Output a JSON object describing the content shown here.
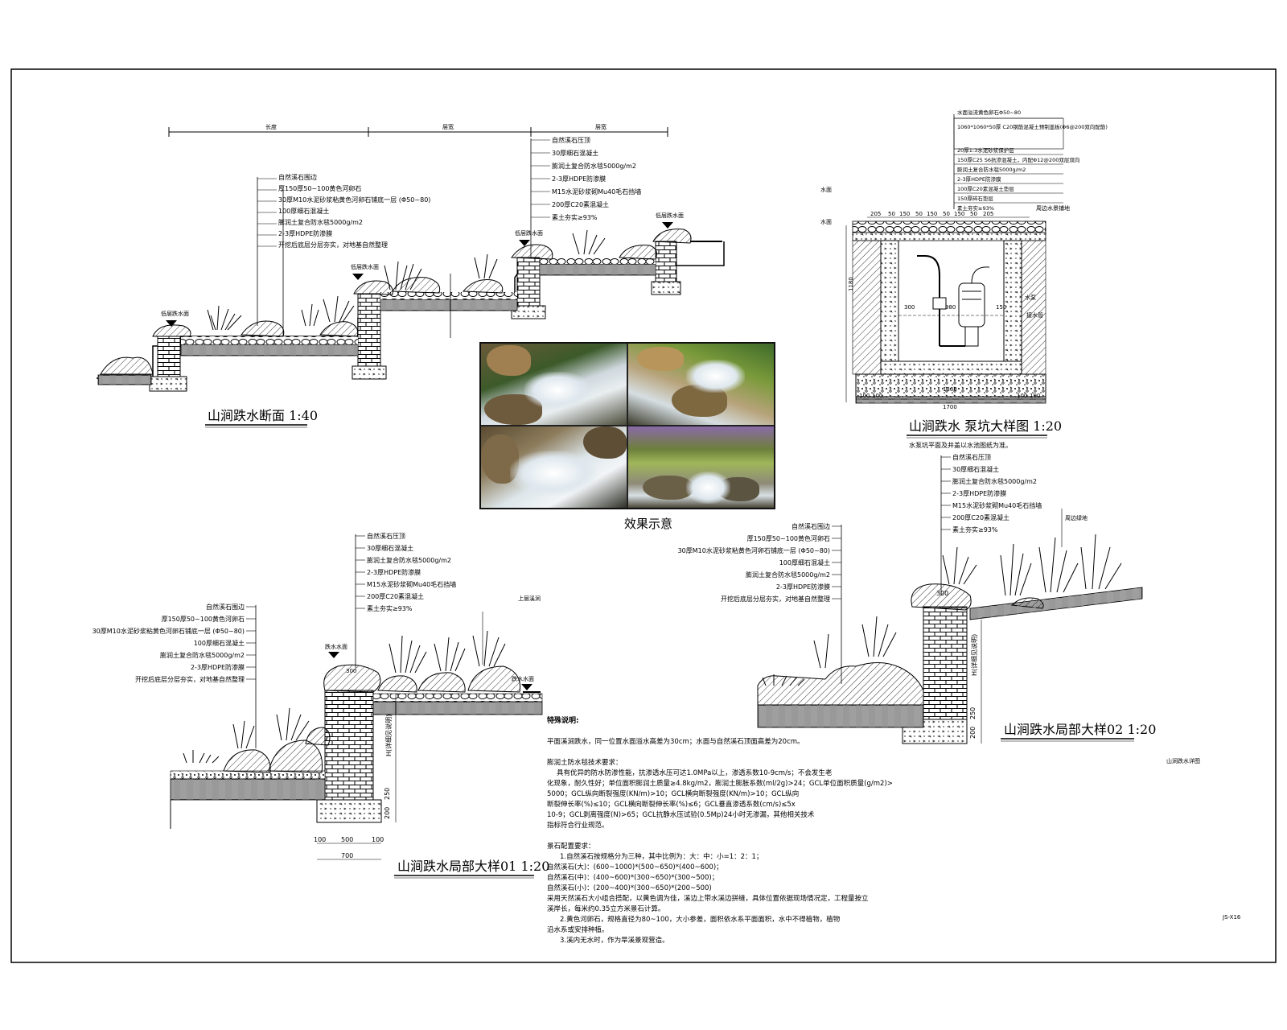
{
  "section_main": {
    "title": "山涧跌水断面 1:40",
    "dims": [
      "长度",
      "层宽",
      "层宽"
    ],
    "callouts": [
      "自然溪石围边",
      "厚150厚50~100黄色河卵石",
      "30厚M10水泥砂浆粘黄色河卵石铺底一层 (Φ50~80)",
      "100厚细石混凝土",
      "膨润土复合防水毯5000g/m2",
      "2-3厚HDPE防渗膜",
      "开挖后底层分层夯实，对地基自然整理"
    ],
    "callouts_right": [
      "自然溪石压顶",
      "30厚细石混凝土",
      "膨润土复合防水毯5000g/m2",
      "2-3厚HDPE防渗膜",
      "M15水泥砂浆砌Mu40毛石挡墙",
      "200厚C20素混凝土",
      "素土夯实≥93%"
    ],
    "level_marks": [
      "低层跌水面",
      "低层跌水面",
      "低层跌水面",
      "低层跌水面"
    ]
  },
  "pump_pit": {
    "title": "山涧跌水 泵坑大样图 1:20",
    "note": "水泵坑平面及井盖以水池图纸为准。",
    "spec": [
      "水面溢流黄色卵石Φ50~80",
      "1060*1060*50厚 C20钢筋混凝土预制盖板(Φ6@200双向配筋)",
      "20厚1:3水泥砂浆保护层",
      "150厚C25 S6抗渗混凝土，内配Φ12@200双层双向",
      "膨润土复合防水毯5000g/m2",
      "2-3厚HDPE防渗膜",
      "100厚C20素混凝土垫层",
      "150厚碎石垫层",
      "素土夯实≥93%"
    ],
    "dims_top": [
      "205",
      "50",
      "150",
      "50",
      "150",
      "50",
      "150",
      "50",
      "205"
    ],
    "dims_bottom": [
      "100",
      "100",
      "1700",
      "1300",
      "100",
      "100"
    ],
    "side_marks": [
      "水面",
      "水面",
      "1180",
      "300",
      "980",
      "150",
      "水泵",
      "接水管",
      "周边水景铺地"
    ]
  },
  "photo": {
    "caption": "效果示意"
  },
  "detail01": {
    "title": "山涧跌水局部大样01 1:20",
    "callouts_top": [
      "自然溪石压顶",
      "30厚细石混凝土",
      "膨润土复合防水毯5000g/m2",
      "2-3厚HDPE防渗膜",
      "M15水泥砂浆砌Mu40毛石挡墙",
      "200厚C20素混凝土",
      "素土夯实≥93%"
    ],
    "callouts_left": [
      "自然溪石围边",
      "厚150厚50~100黄色河卵石",
      "30厚M10水泥砂浆粘黄色河卵石铺底一层 (Φ50~80)",
      "100厚细石混凝土",
      "膨润土复合防水毯5000g/m2",
      "2-3厚HDPE防渗膜",
      "开挖后底层分层夯实，对地基自然整理"
    ],
    "labels": [
      "上层溪涧",
      "跌水水面",
      "跌水水面",
      "300",
      "H(详细见说明)",
      "250",
      "200"
    ],
    "dims": [
      "100",
      "500",
      "100",
      "700"
    ]
  },
  "detail02": {
    "title": "山涧跌水局部大样02 1:20",
    "callouts_top": [
      "自然溪石压顶",
      "30厚细石混凝土",
      "膨润土复合防水毯5000g/m2",
      "2-3厚HDPE防渗膜",
      "M15水泥砂浆砌Mu40毛石挡墙",
      "200厚C20素混凝土",
      "素土夯实≥93%"
    ],
    "callouts_left": [
      "自然溪石围边",
      "厚150厚50~100黄色河卵石",
      "30厚M10水泥砂浆粘黄色河卵石铺底一层 (Φ50~80)",
      "100厚细石混凝土",
      "膨润土复合防水毯5000g/m2",
      "2-3厚HDPE防渗膜",
      "开挖后底层分层夯实，对地基自然整理"
    ],
    "labels": [
      "周边绿地",
      "300",
      "H(详细见说明)",
      "250",
      "200"
    ]
  },
  "notes": {
    "heading": "特殊说明:",
    "lines": [
      "平面溪涧跌水，同一位置水面溢水高差为30cm；水面与自然溪石顶面高差为20cm。",
      "膨润土防水毯技术要求：",
      "具有优异的防水防渗性能，抗渗透水压可达1.0MPa以上，渗透系数10-9cm/s；不会发生老",
      "化现象，耐久性好；单位面积膨润土质量≥4.8kg/m2，膨润土膨胀系数(ml/2g)>24；GCL单位面积质量(g/m2)>",
      "5000；GCL纵向断裂强度(KN/m)>10；GCL横向断裂强度(KN/m)>10；GCL纵向",
      "断裂伸长率(%)≤10；GCL横向断裂伸长率(%)≤6；GCL垂直渗透系数(cm/s)≤5x",
      "10-9；GCL剥离强度(N)>65；GCL抗静水压试验(0.5Mp)24小时无渗漏，其他相关技术",
      "指标符合行业规范。",
      "景石配置要求：",
      "1.自然溪石按规格分为三种，其中比例为：大：中：小=1：2：1；",
      "自然溪石(大)：(600~1000)*(500~650)*(400~600)；",
      "自然溪石(中)：(400~600)*(300~650)*(300~500)；",
      "自然溪石(小)：(200~400)*(300~650)*(200~500)",
      "采用天然溪石大小组合搭配，以黄色调为佳，溪边上带水溪边拼缝，具体位置依据现场情况定，工程量按立",
      "溪岸长，每米约0.35立方米景石计算。",
      "2.黄色河卵石，规格直径为80~100，大小参差，面积依水系平面面积，水中不得植物，植物",
      "沿水系或安排种植。",
      "3.溪内无水时，作为旱溪景观营造。"
    ]
  },
  "misc": {
    "sheet_tag": "山涧跌水详图",
    "drawing_no": "JS-X16"
  }
}
